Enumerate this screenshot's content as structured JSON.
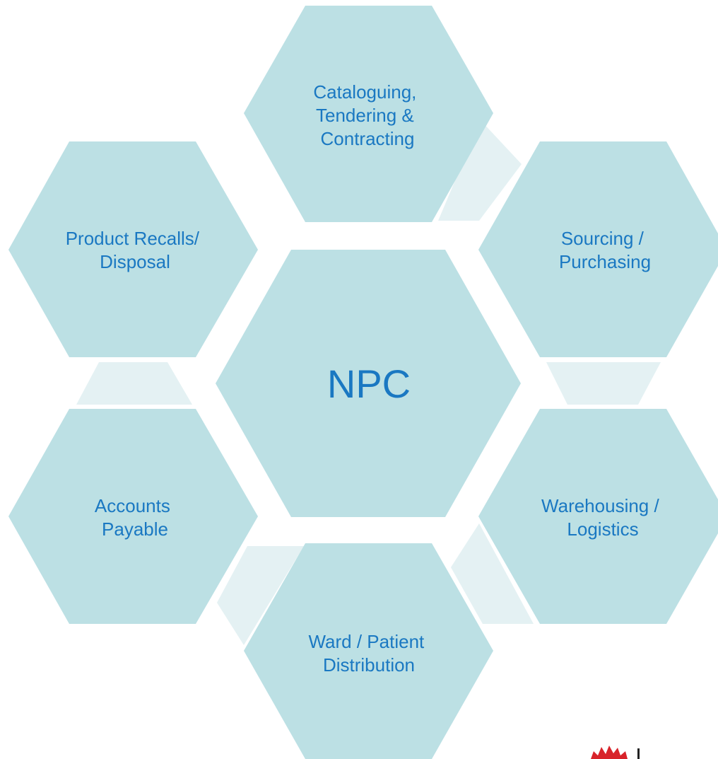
{
  "diagram": {
    "center": {
      "label": "NPC"
    },
    "nodes": [
      {
        "id": "cataloguing",
        "lines": [
          "Cataloguing,",
          "Tendering &",
          "Contracting"
        ]
      },
      {
        "id": "sourcing",
        "lines": [
          "Sourcing /",
          "Purchasing"
        ]
      },
      {
        "id": "warehousing",
        "lines": [
          "Warehousing /",
          "Logistics"
        ]
      },
      {
        "id": "ward",
        "lines": [
          "Ward / Patient",
          "Distribution"
        ]
      },
      {
        "id": "accounts",
        "lines": [
          "Accounts",
          "Payable"
        ]
      },
      {
        "id": "recalls",
        "lines": [
          "Product Recalls/",
          "Disposal"
        ]
      }
    ],
    "colors": {
      "hexagon_fill": "#bce0e4",
      "connector_fill": "#e4f1f3",
      "text": "#1a78c2",
      "logo": "#d8232a"
    }
  }
}
